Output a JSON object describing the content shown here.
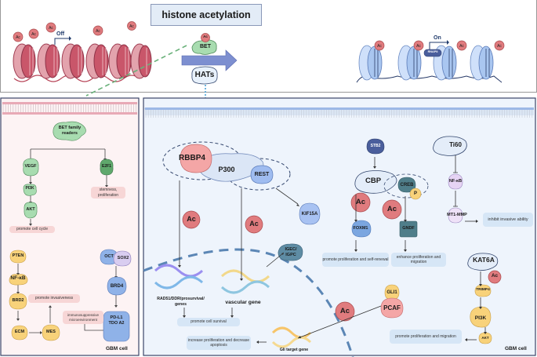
{
  "header": {
    "title": "histone acetylation",
    "off_label": "Off",
    "on_label": "On",
    "bet_label": "BET",
    "hats_label": "HATs",
    "rnap_label": "RNAPII",
    "ac_label": "Ac"
  },
  "left_panel": {
    "cell_label": "GBM cell",
    "bet_readers": "BET family readers",
    "nodes": {
      "vegf": "VEGF",
      "e2f1": "E2F1",
      "pi3k": "PI3K",
      "akt": "AKT",
      "pten": "PTEN",
      "nfkb": "NF-κB",
      "brd2": "BRD2",
      "ecm": "ECM",
      "mes": "MES",
      "oct": "OCT",
      "sox2": "SOX2",
      "brd4": "BRD4",
      "pdl1": "PD-L1 TDO A2"
    },
    "outcomes": {
      "stemness": "stemness, proliferation",
      "cell_cycle": "promote cell cycle",
      "invasiveness": "promote invasiveness",
      "immuno": "immunosuppressive microenvironment"
    }
  },
  "right_panel": {
    "cell_label": "GBM cell",
    "nodes": {
      "rbbp4": "RBBP4",
      "p300": "P300",
      "rest": "REST",
      "kif15a": "KIF15A",
      "igec": "IGEC/ IGPC",
      "stb2": "STB2",
      "cbp": "CBP",
      "creb": "CREB",
      "p": "P",
      "foxm1": "FOXM1",
      "gndf": "GNDF",
      "ti60": "Ti60",
      "nfkb": "NF-κB",
      "mt1mmp": "MT1-MMP",
      "kat6a": "KAT6A",
      "trimp4": "TRIMP4",
      "pi3k": "PI3K",
      "akt": "AKT",
      "gli1": "GLI1",
      "pcaf": "PCAF",
      "ac": "Ac"
    },
    "genes": {
      "rad51": "RAD51/DDR/prosurvival/ genes",
      "vascular": "vascular gene",
      "gli_target": "Gli target gene"
    },
    "outcomes": {
      "survival": "promote cell survival",
      "prolif_apoptosis": "increase proliferation and decrease apoptosis",
      "prolif_renewal": "promote proliferation and self-renewal",
      "prolif_migration_cbp": "enhance proliferation and migration",
      "invasive": "inhibit invasive ability",
      "prolif_migration_kat": "promote proliferation and migration"
    }
  },
  "colors": {
    "ac_red": "#d9686b",
    "pink_nucleosome": "#c9566a",
    "blue_nucleosome": "#a9c6f0",
    "bet_green": "#a8dcb0",
    "yellow_node": "#f8d27a",
    "teal_node": "#4f7e8a",
    "light_blue_panel": "#eef4fc",
    "light_pink_panel": "#fdf3f4"
  }
}
